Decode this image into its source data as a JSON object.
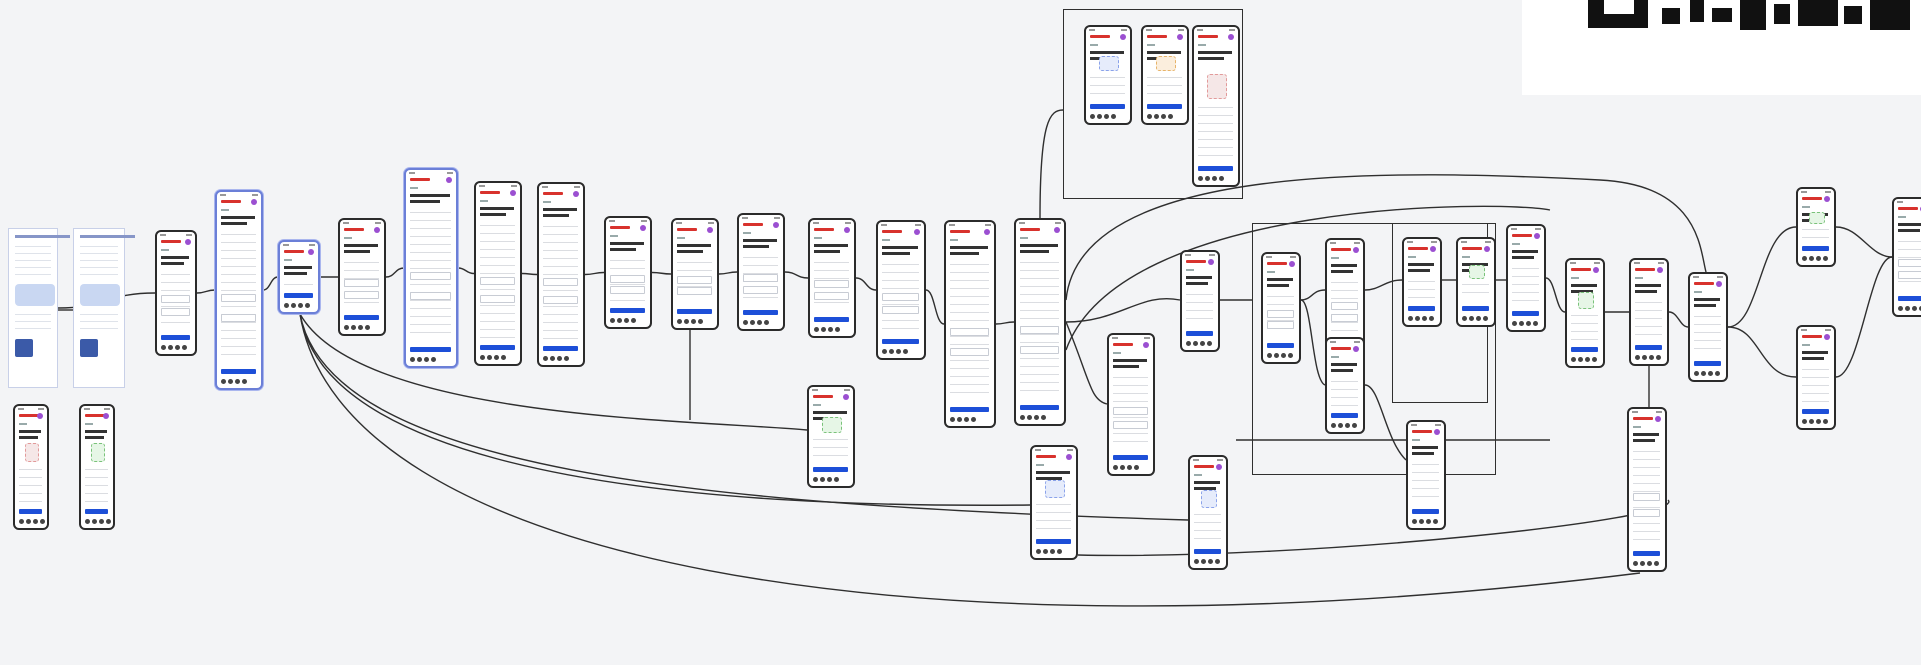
{
  "canvas": {
    "background": "#f3f4f6",
    "frame_border": "#2b2b2b",
    "selected_border": "#6b7fd7",
    "primary_button": "#1d4fd8",
    "brand_logo": "#d8322d",
    "avatar_badge": "#9b4fd1"
  },
  "screens": [
    {
      "id": "s1",
      "kind": "landing"
    },
    {
      "id": "s2",
      "kind": "landing"
    },
    {
      "id": "s3",
      "kind": "form"
    },
    {
      "id": "s4",
      "kind": "form",
      "selected": true
    },
    {
      "id": "s5",
      "kind": "form",
      "selected": true
    },
    {
      "id": "s6",
      "kind": "form"
    },
    {
      "id": "s7",
      "kind": "form",
      "selected": true
    },
    {
      "id": "s8",
      "kind": "form"
    },
    {
      "id": "s9",
      "kind": "form"
    },
    {
      "id": "s10",
      "kind": "form"
    },
    {
      "id": "s11",
      "kind": "form"
    },
    {
      "id": "s12",
      "kind": "form"
    },
    {
      "id": "s13",
      "kind": "form"
    },
    {
      "id": "s14",
      "kind": "form"
    },
    {
      "id": "s15",
      "kind": "form"
    },
    {
      "id": "s16",
      "kind": "form"
    },
    {
      "id": "s17",
      "kind": "illustration"
    },
    {
      "id": "s18",
      "kind": "illustration"
    },
    {
      "id": "s19",
      "kind": "illustration"
    },
    {
      "id": "s20",
      "kind": "illustration"
    },
    {
      "id": "s21",
      "kind": "illustration"
    },
    {
      "id": "s22",
      "kind": "form"
    },
    {
      "id": "s23",
      "kind": "form"
    },
    {
      "id": "s24",
      "kind": "form"
    },
    {
      "id": "s25",
      "kind": "form"
    },
    {
      "id": "s26",
      "kind": "form"
    },
    {
      "id": "s27",
      "kind": "form"
    },
    {
      "id": "s28",
      "kind": "illustration"
    },
    {
      "id": "s29",
      "kind": "illustration"
    },
    {
      "id": "s30",
      "kind": "form"
    },
    {
      "id": "s31",
      "kind": "form"
    },
    {
      "id": "s32",
      "kind": "illustration"
    },
    {
      "id": "s33",
      "kind": "form"
    },
    {
      "id": "s34",
      "kind": "form"
    },
    {
      "id": "s35",
      "kind": "form"
    },
    {
      "id": "s36",
      "kind": "illustration"
    },
    {
      "id": "s37",
      "kind": "form"
    },
    {
      "id": "s38",
      "kind": "form"
    },
    {
      "id": "s39",
      "kind": "illustration"
    },
    {
      "id": "s40",
      "kind": "illustration"
    },
    {
      "id": "s41",
      "kind": "form"
    },
    {
      "id": "s42",
      "kind": "form"
    },
    {
      "id": "s43",
      "kind": "illustration"
    },
    {
      "id": "s44",
      "kind": "illustration"
    },
    {
      "id": "s45",
      "kind": "illustration"
    },
    {
      "id": "s46",
      "kind": "form"
    }
  ],
  "groups": [
    {
      "id": "g-top"
    },
    {
      "id": "g-mid"
    },
    {
      "id": "g-inner"
    }
  ],
  "qr_code": {
    "visible": true
  }
}
